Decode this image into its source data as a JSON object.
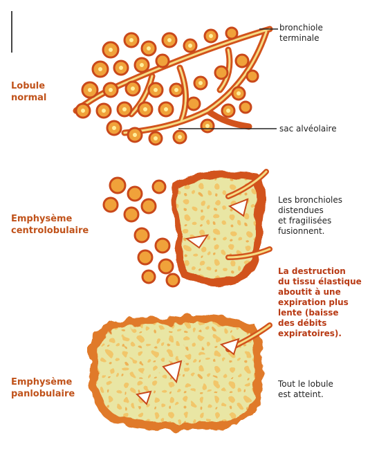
{
  "labels": {
    "lobule_normal": [
      "Lobule",
      "normal"
    ],
    "emphyseme_centro": [
      "Emphysème",
      "centrolobulaire"
    ],
    "emphyseme_pan": [
      "Emphysème",
      "panlobulaire"
    ],
    "bronchiole_terminale": [
      "bronchiole",
      "terminale"
    ],
    "sac_alveolaire": "sac alvéolaire",
    "bronchioles_text": [
      "Les bronchioles",
      "distendues",
      "et fragilisées",
      "fusionnent."
    ],
    "destruction_text": [
      "La destruction",
      "du tissu élastique",
      "aboutit à une",
      "expiration plus",
      "lente (baisse",
      "des débits",
      "expiratoires)."
    ],
    "lobule_atteint_text": [
      "Tout le lobule",
      "est atteint."
    ]
  },
  "colors": {
    "label_orange": "#c0521a",
    "tissue_edge": "#d2531c",
    "tissue_fill": "#f0a23a",
    "tissue_light": "#f6dc84",
    "lesion": "#e9e6a4",
    "highlight": "#ffef9c"
  }
}
